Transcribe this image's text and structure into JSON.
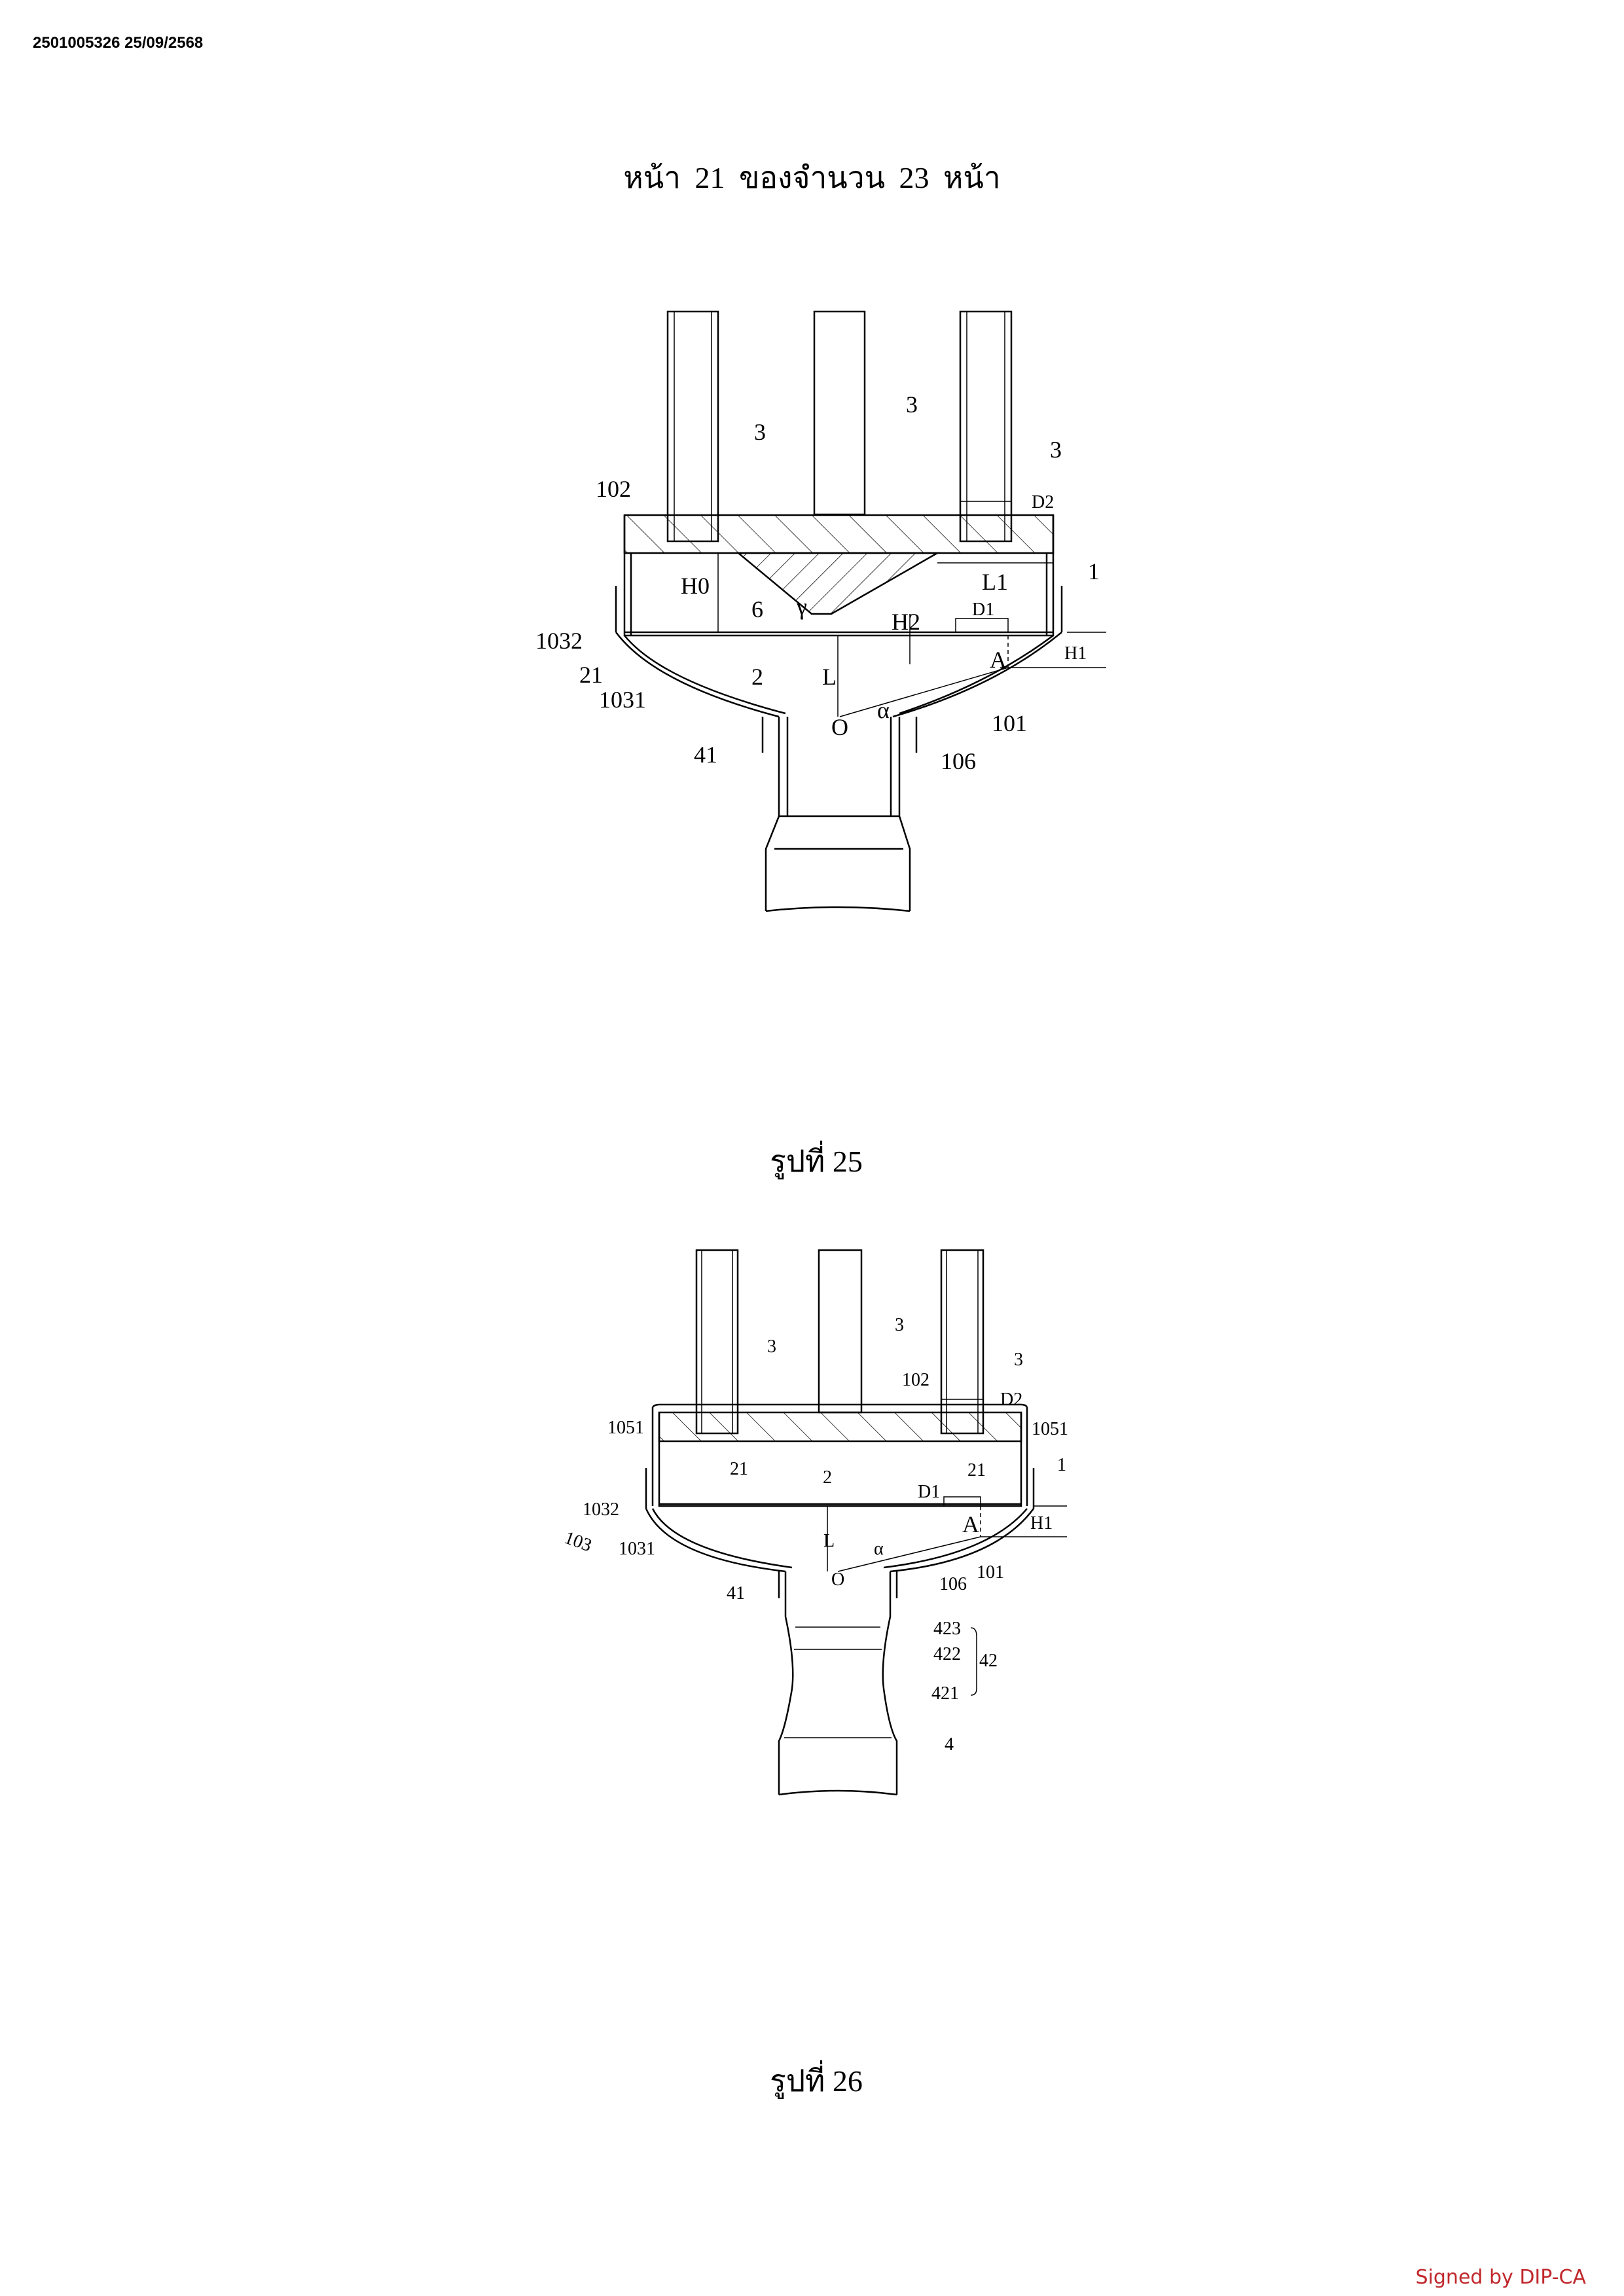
{
  "header": {
    "doc_id": "2501005326 25/09/2568",
    "page_title": "หน้า 21 ของจำนวน 23 หน้า"
  },
  "footer": {
    "signed": "Signed by DIP-CA",
    "signed_color": "#c0282c"
  },
  "figure25": {
    "caption": "รูปที่ 25",
    "labels": {
      "tube_a": "3",
      "tube_b": "3",
      "tube_c": "3",
      "top_plate": "102",
      "d2": "D2",
      "housing": "1",
      "l1": "L1",
      "h0": "H0",
      "six": "6",
      "gamma": "γ",
      "h2": "H2",
      "d1": "D1",
      "upper_chamber": "1032",
      "h1": "H1",
      "point_a": "A",
      "hole": "21",
      "plate": "2",
      "l": "L",
      "lower_chamber": "1031",
      "alpha": "α",
      "origin": "O",
      "bowl": "101",
      "pipe_end": "41",
      "sleeve": "106"
    }
  },
  "figure26": {
    "caption": "รูปที่ 26",
    "labels": {
      "tube_a": "3",
      "tube_b": "3",
      "tube_c": "3",
      "top_plate": "102",
      "d2": "D2",
      "seal_left": "1051",
      "seal_right": "1051",
      "housing": "1",
      "hole_a": "21",
      "hole_b": "21",
      "plate": "2",
      "d1": "D1",
      "upper_chamber": "1032",
      "h1": "H1",
      "point_a": "A",
      "l": "L",
      "chamber": "103",
      "lower_chamber": "1031",
      "alpha": "α",
      "origin": "O",
      "bowl": "101",
      "sleeve": "106",
      "pipe_end": "41",
      "sec_423": "423",
      "sec_422": "422",
      "sec_421": "421",
      "venturi": "42",
      "pipe": "4"
    }
  }
}
